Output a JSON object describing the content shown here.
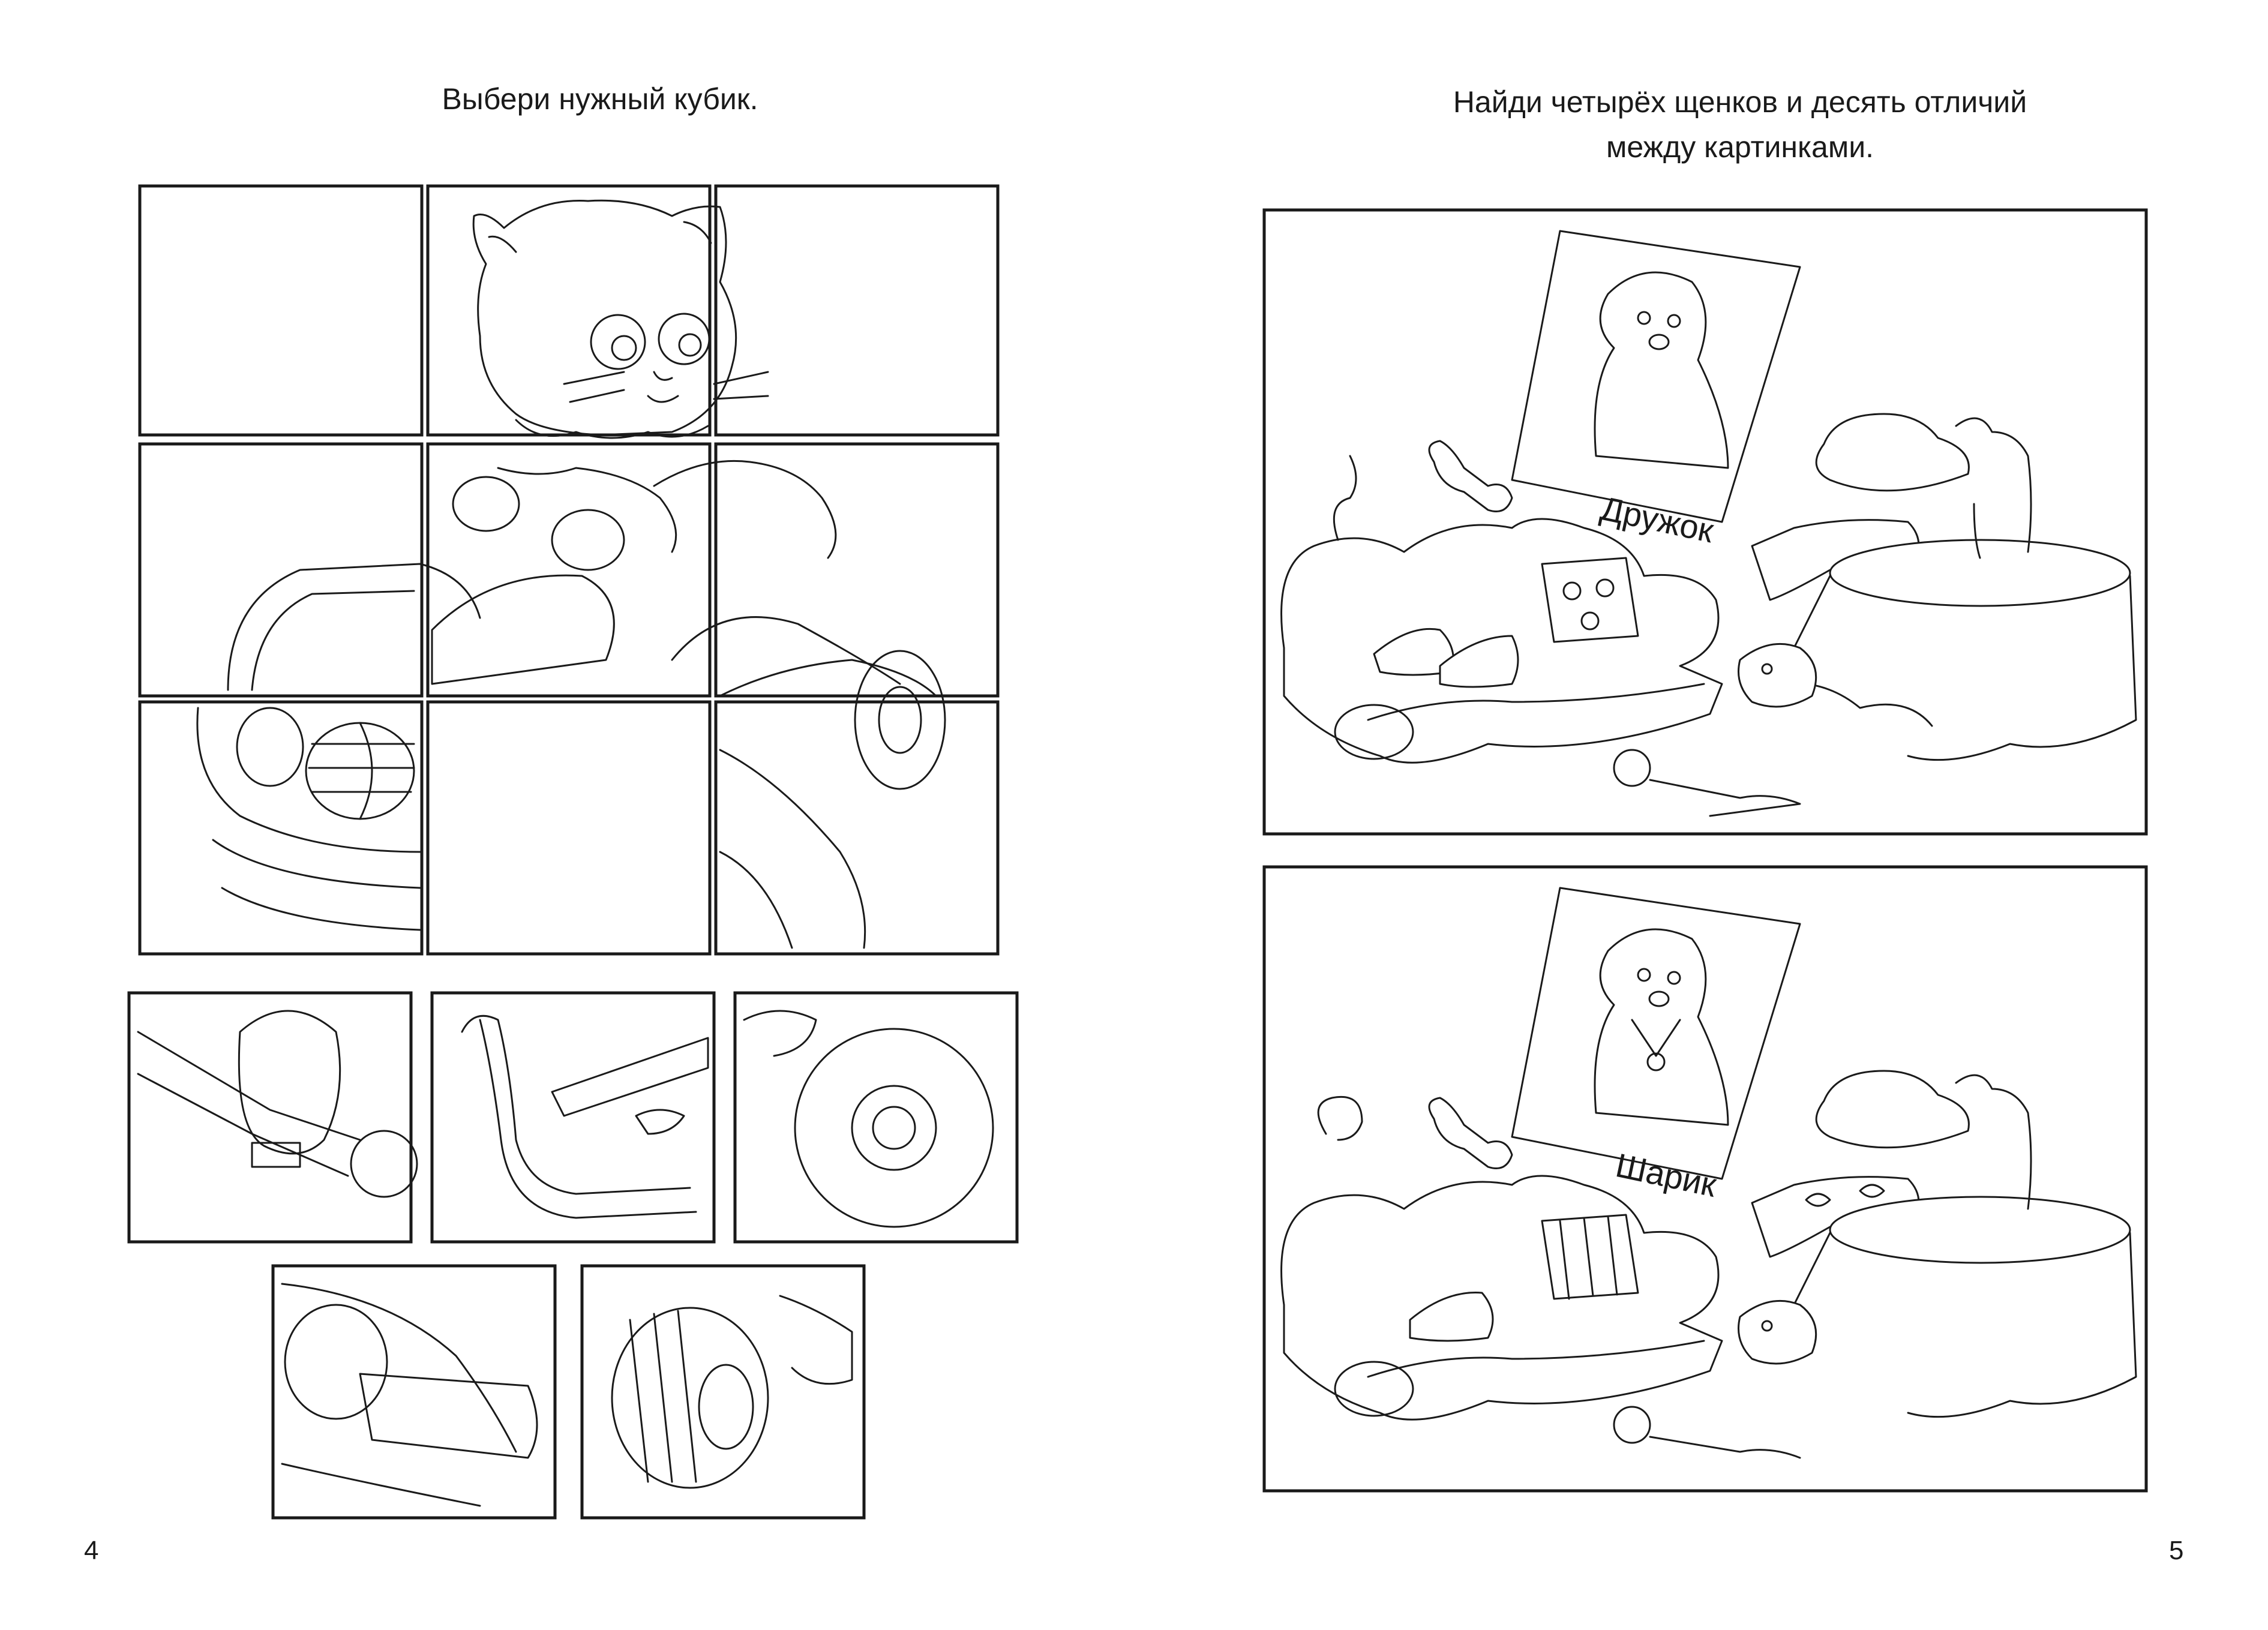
{
  "left_page": {
    "instruction": "Выбери нужный кубик.",
    "page_number": "4",
    "grid_rows": 3,
    "grid_cols": 3,
    "options_count": 5
  },
  "right_page": {
    "instruction_line1": "Найди четырёх щенков и десять отличий",
    "instruction_line2": "между картинками.",
    "page_number": "5",
    "picture_top": {
      "poster_name": "Дружок"
    },
    "picture_bottom": {
      "poster_name": "Шарик"
    }
  }
}
